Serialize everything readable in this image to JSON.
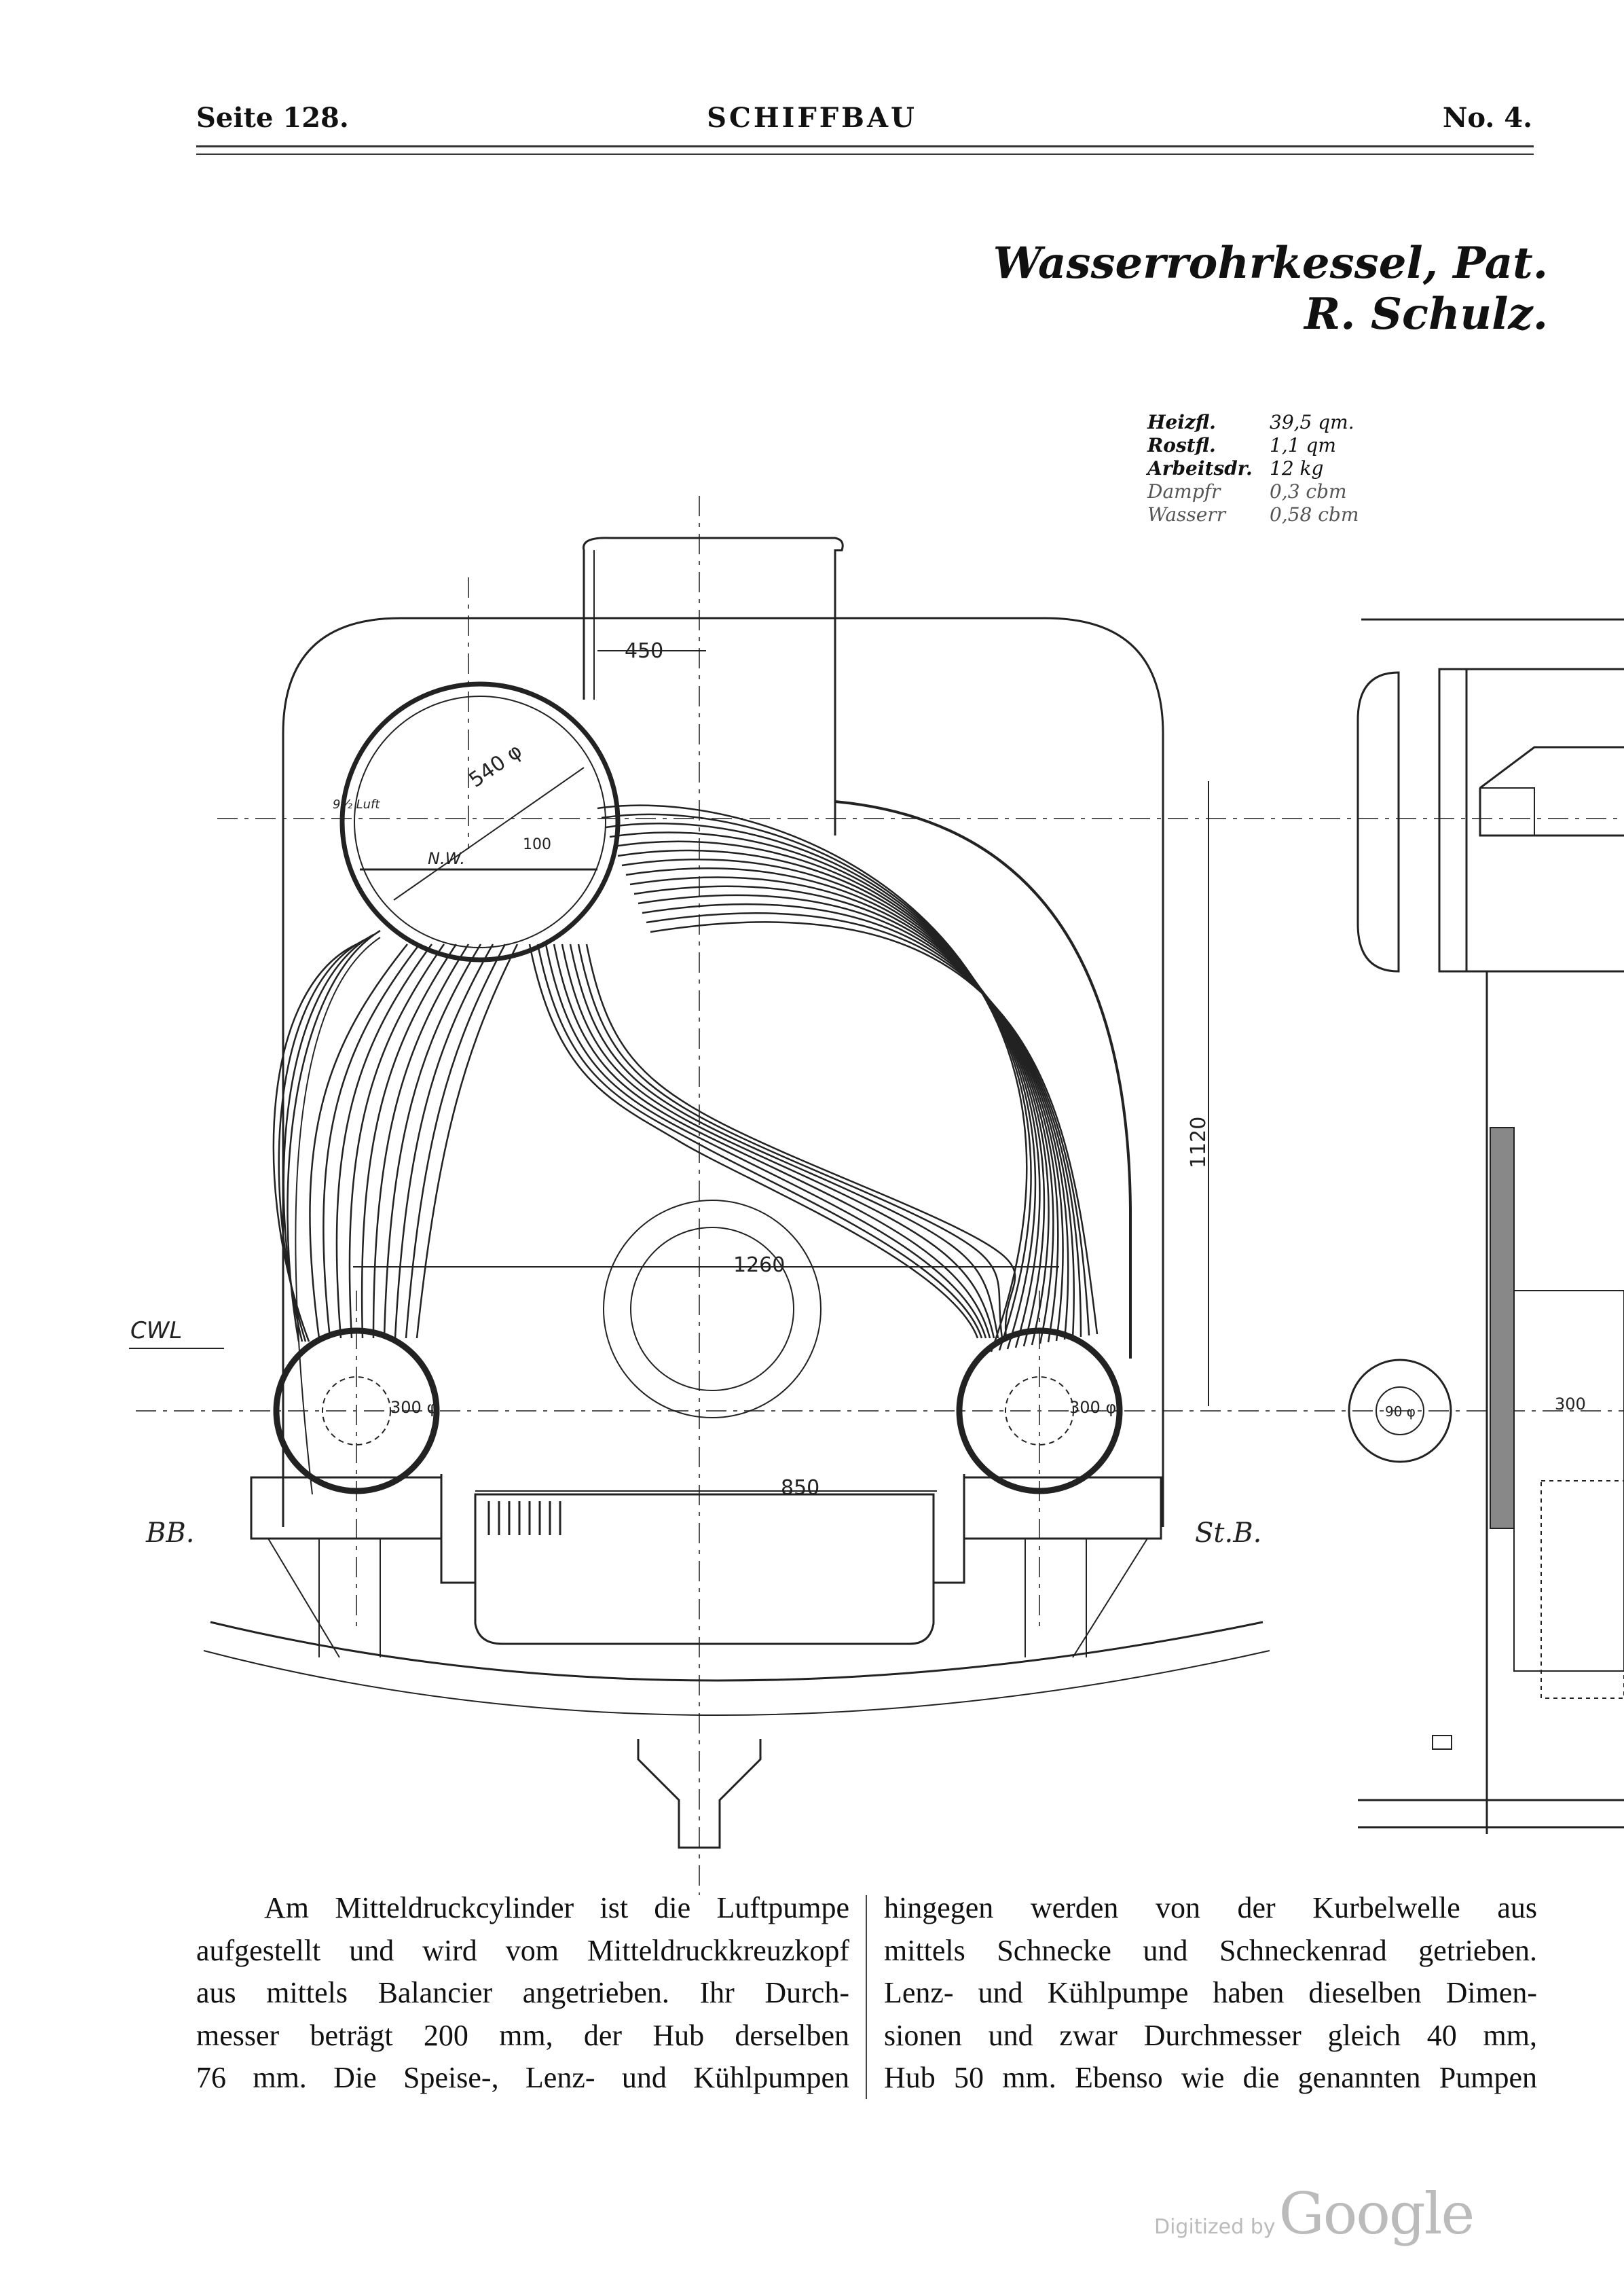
{
  "header": {
    "page": "Seite 128.",
    "journal": "SCHIFFBAU",
    "issue": "No. 4."
  },
  "figure": {
    "title": "Wasserrohrkessel, Pat. R. Schulz.",
    "specs": [
      {
        "label": "Heizfl.",
        "value": "39,5 qm."
      },
      {
        "label": "Rostfl.",
        "value": "1,1 qm"
      },
      {
        "label": "Arbeitsdr.",
        "value": "12 kg"
      },
      {
        "label": "Dampfr",
        "value": "0,3 cbm"
      },
      {
        "label": "Wasserr",
        "value": "0,58 cbm"
      }
    ],
    "dimensions": {
      "d450": "450",
      "d540": "540 φ",
      "d100": "100",
      "nw": "N.W.",
      "d1120": "1120",
      "d1260": "1260",
      "d850": "850",
      "d300l": "300 φ",
      "d300r": "300 φ",
      "d300side": "300",
      "d90": "90 φ",
      "luft": "9½ Luft"
    },
    "labels": {
      "cwl": "CWL",
      "bb": "BB.",
      "stb": "St.B."
    }
  },
  "body": {
    "left": [
      "Am Mitteldruckcylinder ist die Luftpumpe",
      "aufgestellt und wird vom Mitteldruckkreuzkopf",
      "aus mittels Balancier angetrieben. Ihr Durch-",
      "messer beträgt 200 mm, der Hub derselben",
      "76 mm. Die Speise-, Lenz- und Kühlpumpen"
    ],
    "right": [
      "hingegen werden von der Kurbelwelle aus",
      "mittels Schnecke und Schneckenrad getrieben.",
      "Lenz- und Kühlpumpe haben dieselben Dimen-",
      "sionen und zwar Durchmesser gleich 40 mm,",
      "Hub 50 mm. Ebenso wie die genannten Pumpen"
    ]
  },
  "watermark": {
    "prefix": "Digitized by",
    "brand": "Google"
  }
}
